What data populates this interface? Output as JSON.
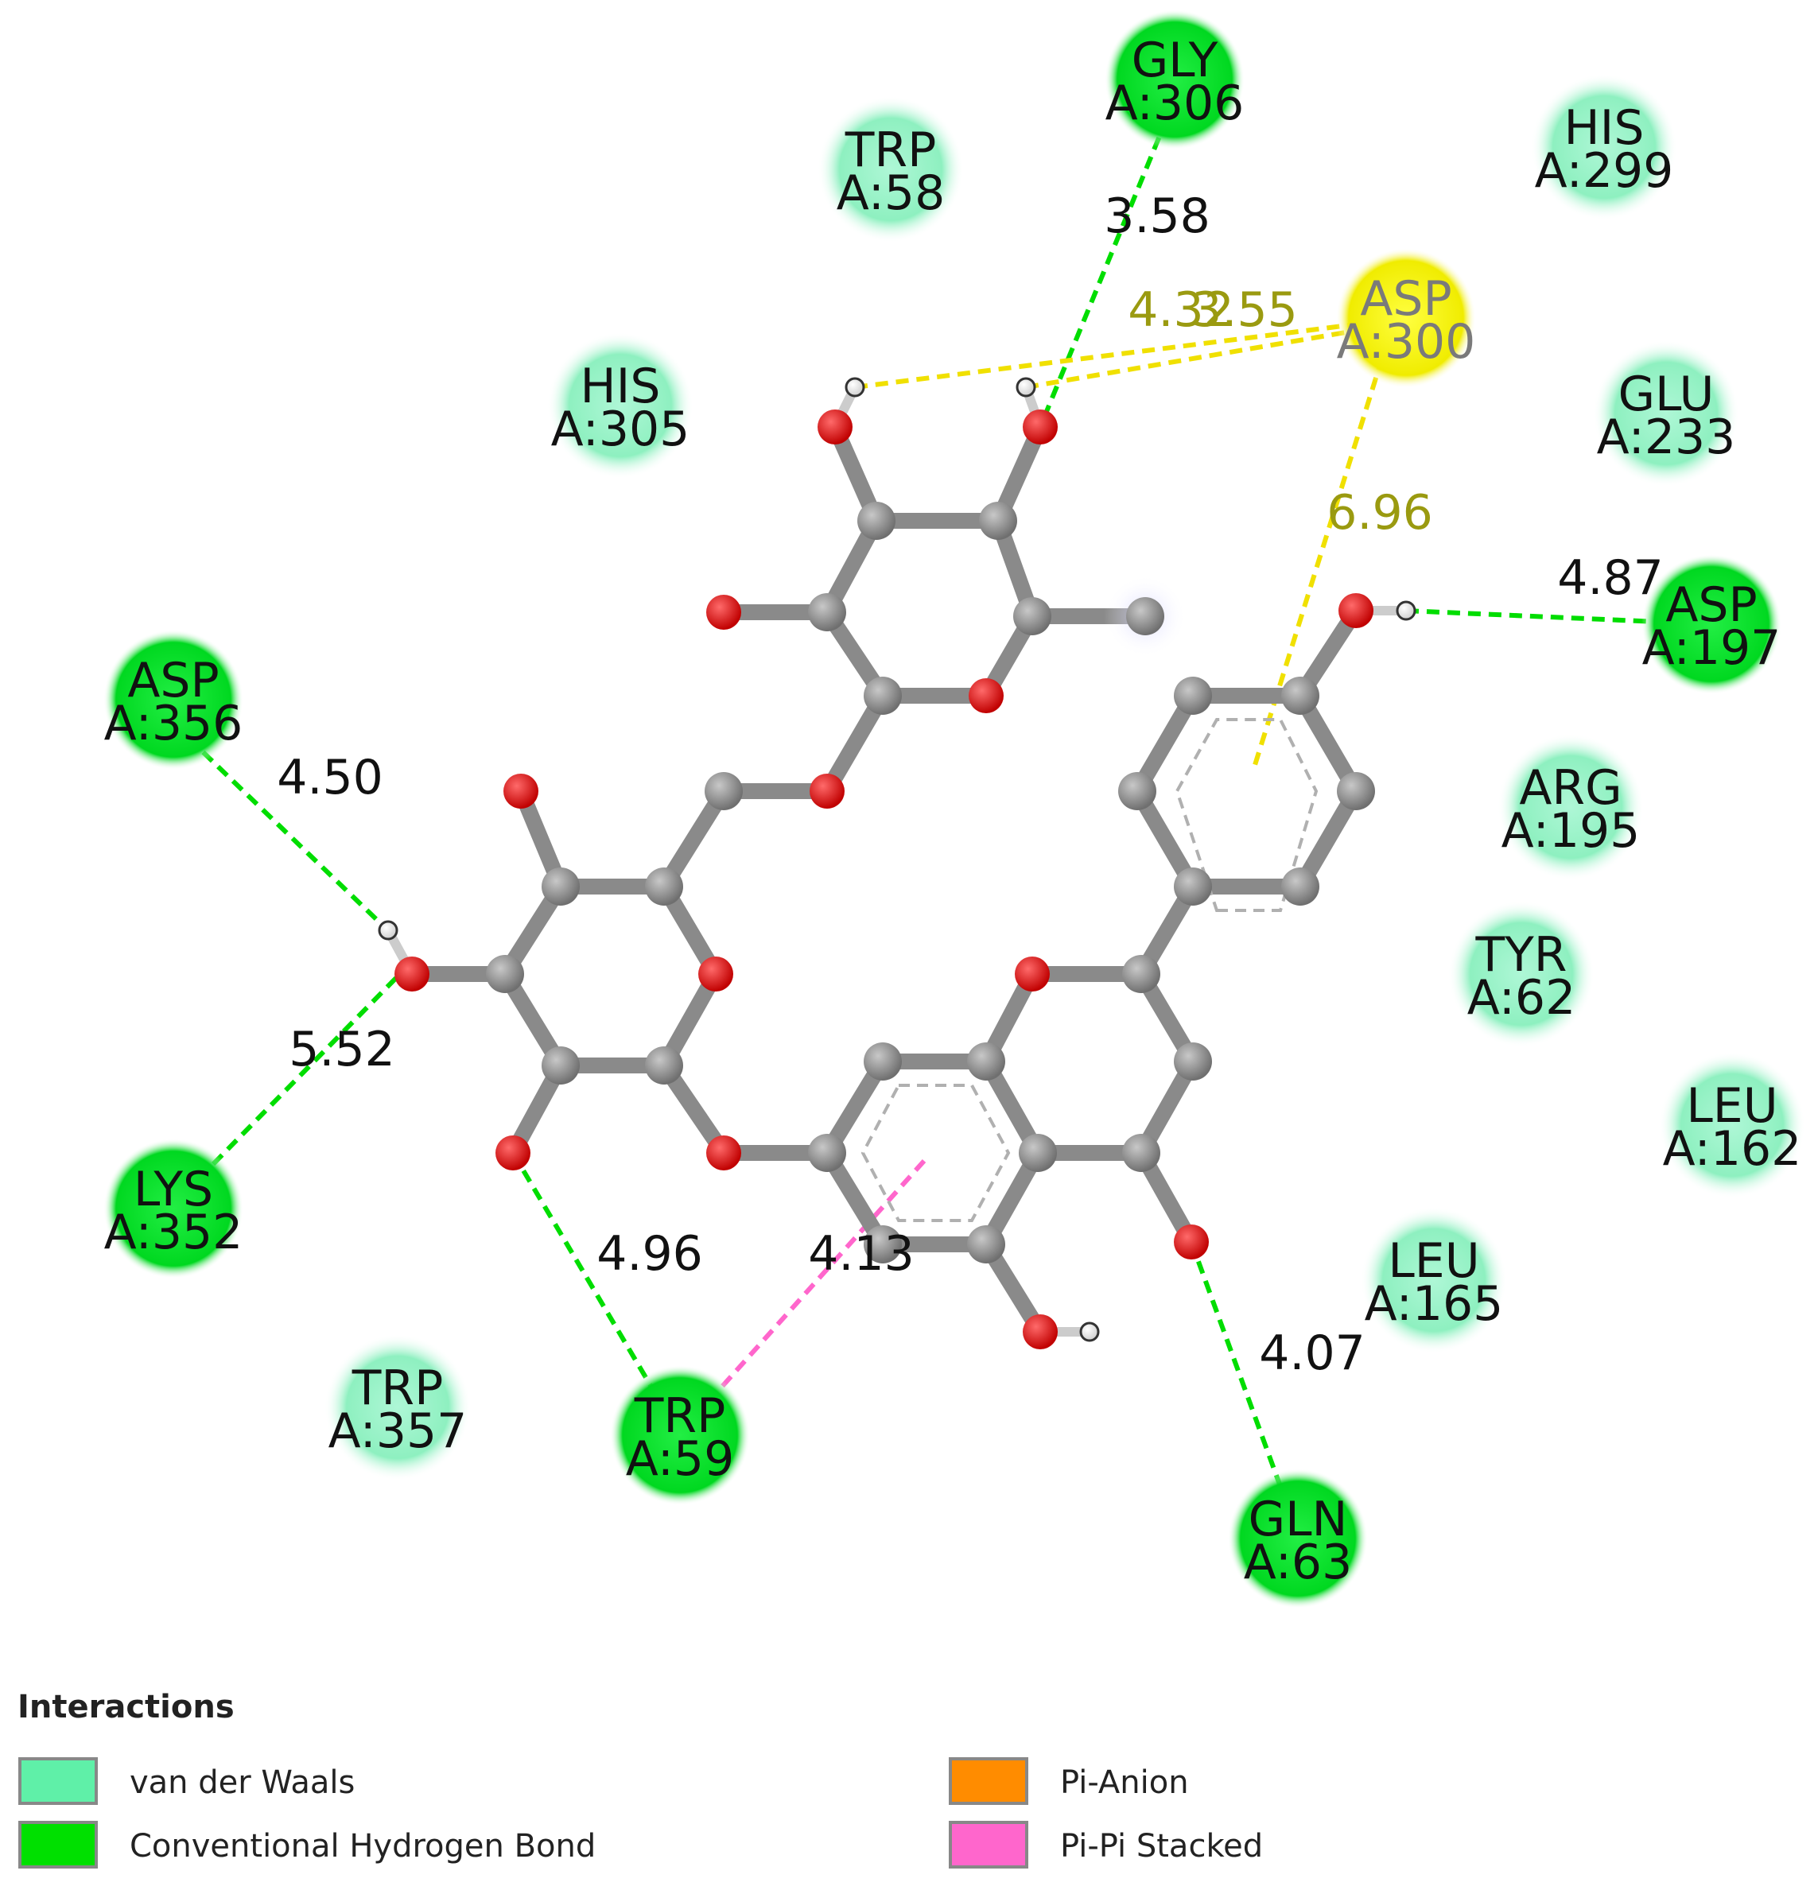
{
  "residues": [
    {
      "id": "gly306",
      "name": "GLY",
      "chain": "A:306",
      "type": "hbond"
    },
    {
      "id": "trp58",
      "name": "TRP",
      "chain": "A:58",
      "type": "vdw"
    },
    {
      "id": "his299",
      "name": "HIS",
      "chain": "A:299",
      "type": "vdw"
    },
    {
      "id": "asp300",
      "name": "ASP",
      "chain": "A:300",
      "type": "pi-anion"
    },
    {
      "id": "his305",
      "name": "HIS",
      "chain": "A:305",
      "type": "vdw"
    },
    {
      "id": "glu233",
      "name": "GLU",
      "chain": "A:233",
      "type": "vdw"
    },
    {
      "id": "asp197",
      "name": "ASP",
      "chain": "A:197",
      "type": "hbond"
    },
    {
      "id": "asp356",
      "name": "ASP",
      "chain": "A:356",
      "type": "hbond"
    },
    {
      "id": "arg195",
      "name": "ARG",
      "chain": "A:195",
      "type": "vdw"
    },
    {
      "id": "tyr62",
      "name": "TYR",
      "chain": "A:62",
      "type": "vdw"
    },
    {
      "id": "leu162",
      "name": "LEU",
      "chain": "A:162",
      "type": "vdw"
    },
    {
      "id": "lys352",
      "name": "LYS",
      "chain": "A:352",
      "type": "hbond"
    },
    {
      "id": "leu165",
      "name": "LEU",
      "chain": "A:165",
      "type": "vdw"
    },
    {
      "id": "trp357",
      "name": "TRP",
      "chain": "A:357",
      "type": "vdw"
    },
    {
      "id": "trp59",
      "name": "TRP",
      "chain": "A:59",
      "type": "hbond"
    },
    {
      "id": "gln63",
      "name": "GLN",
      "chain": "A:63",
      "type": "hbond"
    }
  ],
  "interactions": [
    {
      "id": "gly306-o",
      "type": "hbond",
      "distance": "3.58"
    },
    {
      "id": "asp300-o1",
      "type": "pi-anion",
      "distance": "4.32"
    },
    {
      "id": "asp300-o2",
      "type": "pi-anion",
      "distance": "3.55"
    },
    {
      "id": "asp300-ring",
      "type": "pi-anion",
      "distance": "6.96"
    },
    {
      "id": "asp197-o",
      "type": "hbond",
      "distance": "4.87"
    },
    {
      "id": "asp356-o",
      "type": "hbond",
      "distance": "4.50"
    },
    {
      "id": "lys352-o",
      "type": "hbond",
      "distance": "5.52"
    },
    {
      "id": "trp59-o",
      "type": "hbond",
      "distance": "4.96"
    },
    {
      "id": "trp59-ring",
      "type": "pi-pi",
      "distance": "4.13"
    },
    {
      "id": "gln63-o",
      "type": "hbond",
      "distance": "4.07"
    }
  ],
  "legend": {
    "title": "Interactions",
    "items": [
      {
        "type": "vdw",
        "label": "van der Waals",
        "color": "#5ff0a8"
      },
      {
        "type": "hbond",
        "label": "Conventional Hydrogen Bond",
        "color": "#00e000"
      },
      {
        "type": "pi-anion",
        "label": "Pi-Anion",
        "color": "#ff8c00"
      },
      {
        "type": "pi-pi",
        "label": "Pi-Pi Stacked",
        "color": "#ff66cc"
      }
    ]
  },
  "colors": {
    "vdw_fill": "#90f0c4",
    "hbond_fill": "#00dd22",
    "pi_anion_fill": "#f5f000",
    "hbond_line": "#00dd00",
    "pi_anion_line": "#f0e000",
    "pi_pi_line": "#ff66cc",
    "carbon": "#8a8a8a",
    "oxygen": "#e01818",
    "hydrogen": "#ffffff"
  }
}
